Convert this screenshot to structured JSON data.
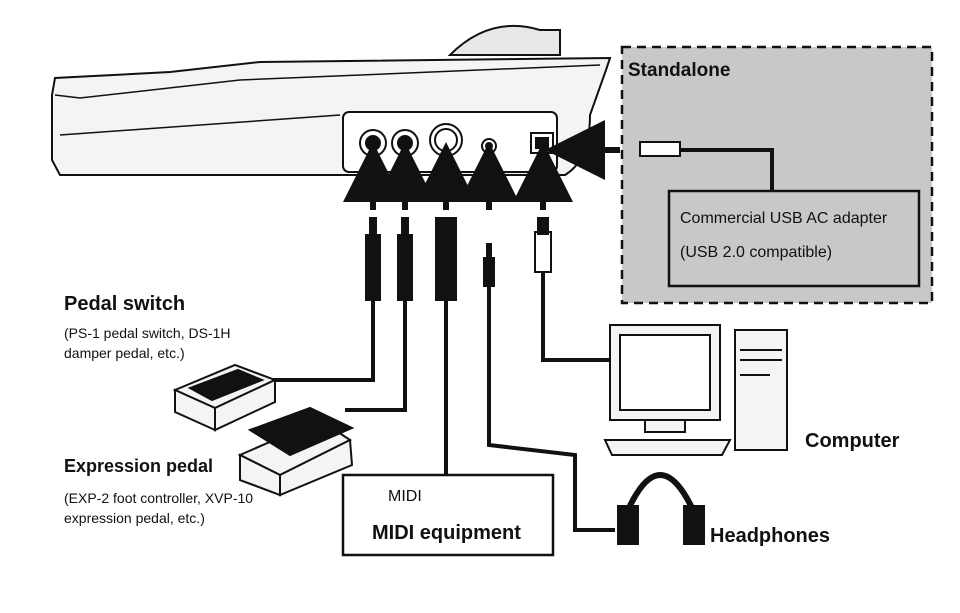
{
  "standalone": {
    "title": "Standalone",
    "adapter_line1": "Commercial USB AC adapter",
    "adapter_line2": "(USB 2.0 compatible)"
  },
  "pedal_switch": {
    "title": "Pedal switch",
    "desc_line1": "(PS-1 pedal switch, DS-1H",
    "desc_line2": "damper pedal, etc.)"
  },
  "expression_pedal": {
    "title": "Expression pedal",
    "desc_line1": "(EXP-2 foot controller, XVP-10",
    "desc_line2": "expression pedal, etc.)"
  },
  "midi": {
    "logo_text": "MIDI",
    "title": "MIDI equipment"
  },
  "computer": {
    "title": "Computer"
  },
  "headphones": {
    "title": "Headphones"
  },
  "colors": {
    "line": "#111111",
    "standalone_fill": "#c8c8c8",
    "device_fill": "#f4f4f4"
  }
}
